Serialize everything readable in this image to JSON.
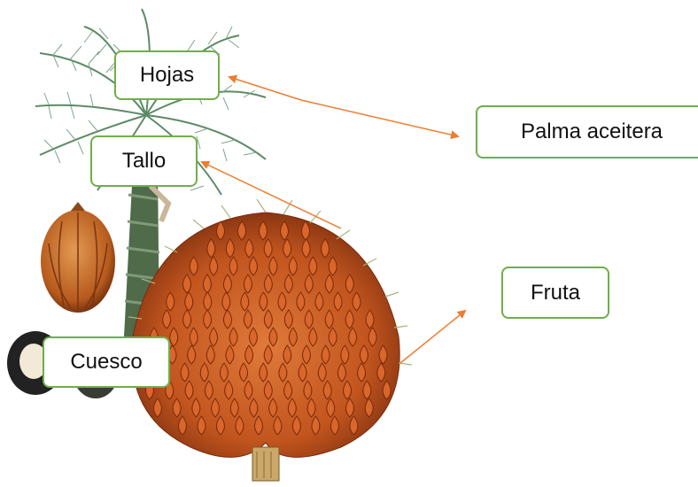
{
  "labels": {
    "hojas": "Hojas",
    "tallo": "Tallo",
    "palma_aceitera": "Palma aceitera",
    "fruta": "Fruta",
    "cuesco": "Cuesco"
  },
  "colors": {
    "box_border": "#6fae4b",
    "arrow": "#ed7d31",
    "frond": "#5d8a66",
    "trunk": "#4f6b4a",
    "fruit": "#c2551e",
    "fruit_dark": "#7a2a0d",
    "seed": "#d0762b"
  }
}
